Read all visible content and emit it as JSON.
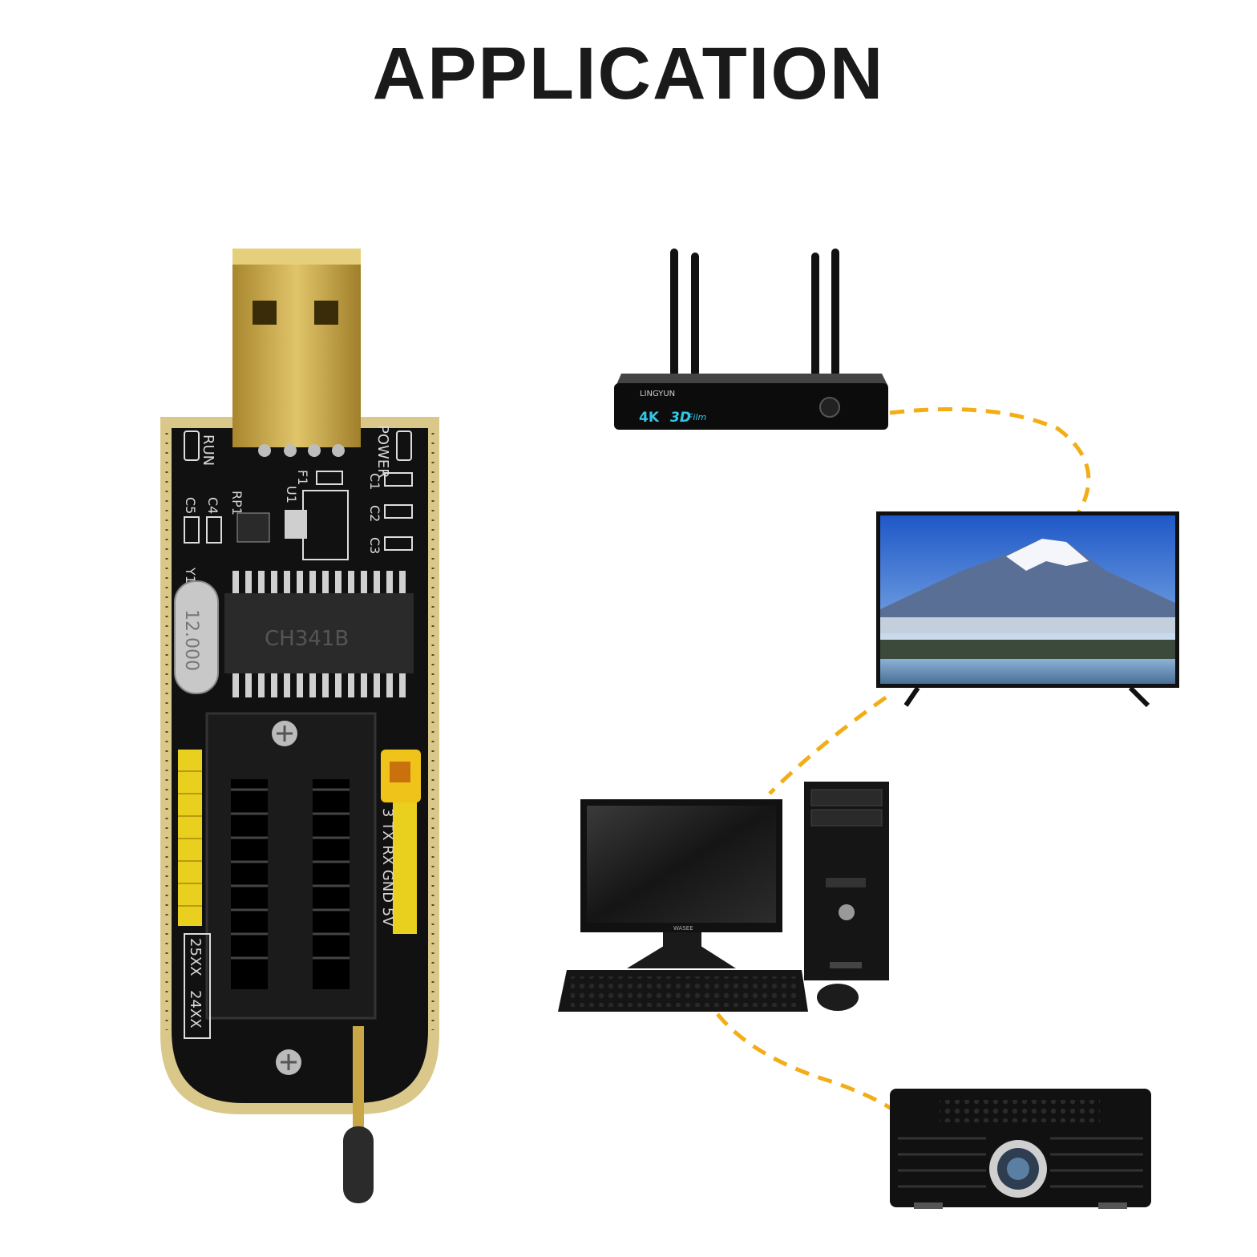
{
  "title": "APPLICATION",
  "colors": {
    "connector_line": "#f2ad17",
    "pcb": "#111111",
    "pcb_border": "#d9c88a",
    "usb_gold": "#c9a646",
    "header_pins": "#e9cf1e"
  },
  "programmer": {
    "silkscreen": {
      "run": "RUN",
      "power": "POWER",
      "f1": "F1",
      "u1": "U1",
      "rp1": "RP1",
      "c1": "C1",
      "c2": "C2",
      "c3": "C3",
      "c4": "C4",
      "c5": "C5",
      "y1": "Y1",
      "crystal": "12.000",
      "chip": "CH341B",
      "header": "3 TX RX GND 5V",
      "eeprom_25": "25XX",
      "eeprom_24": "24XX"
    }
  },
  "router": {
    "brand": "LINGYUN",
    "badge_4k": "4K",
    "badge_3d": "3D",
    "badge_film": "Film"
  },
  "desktop": {
    "monitor_brand": "WASEE"
  },
  "devices": [
    {
      "name": "router-icon"
    },
    {
      "name": "tv-icon"
    },
    {
      "name": "desktop-computer-icon"
    },
    {
      "name": "projector-icon"
    }
  ]
}
